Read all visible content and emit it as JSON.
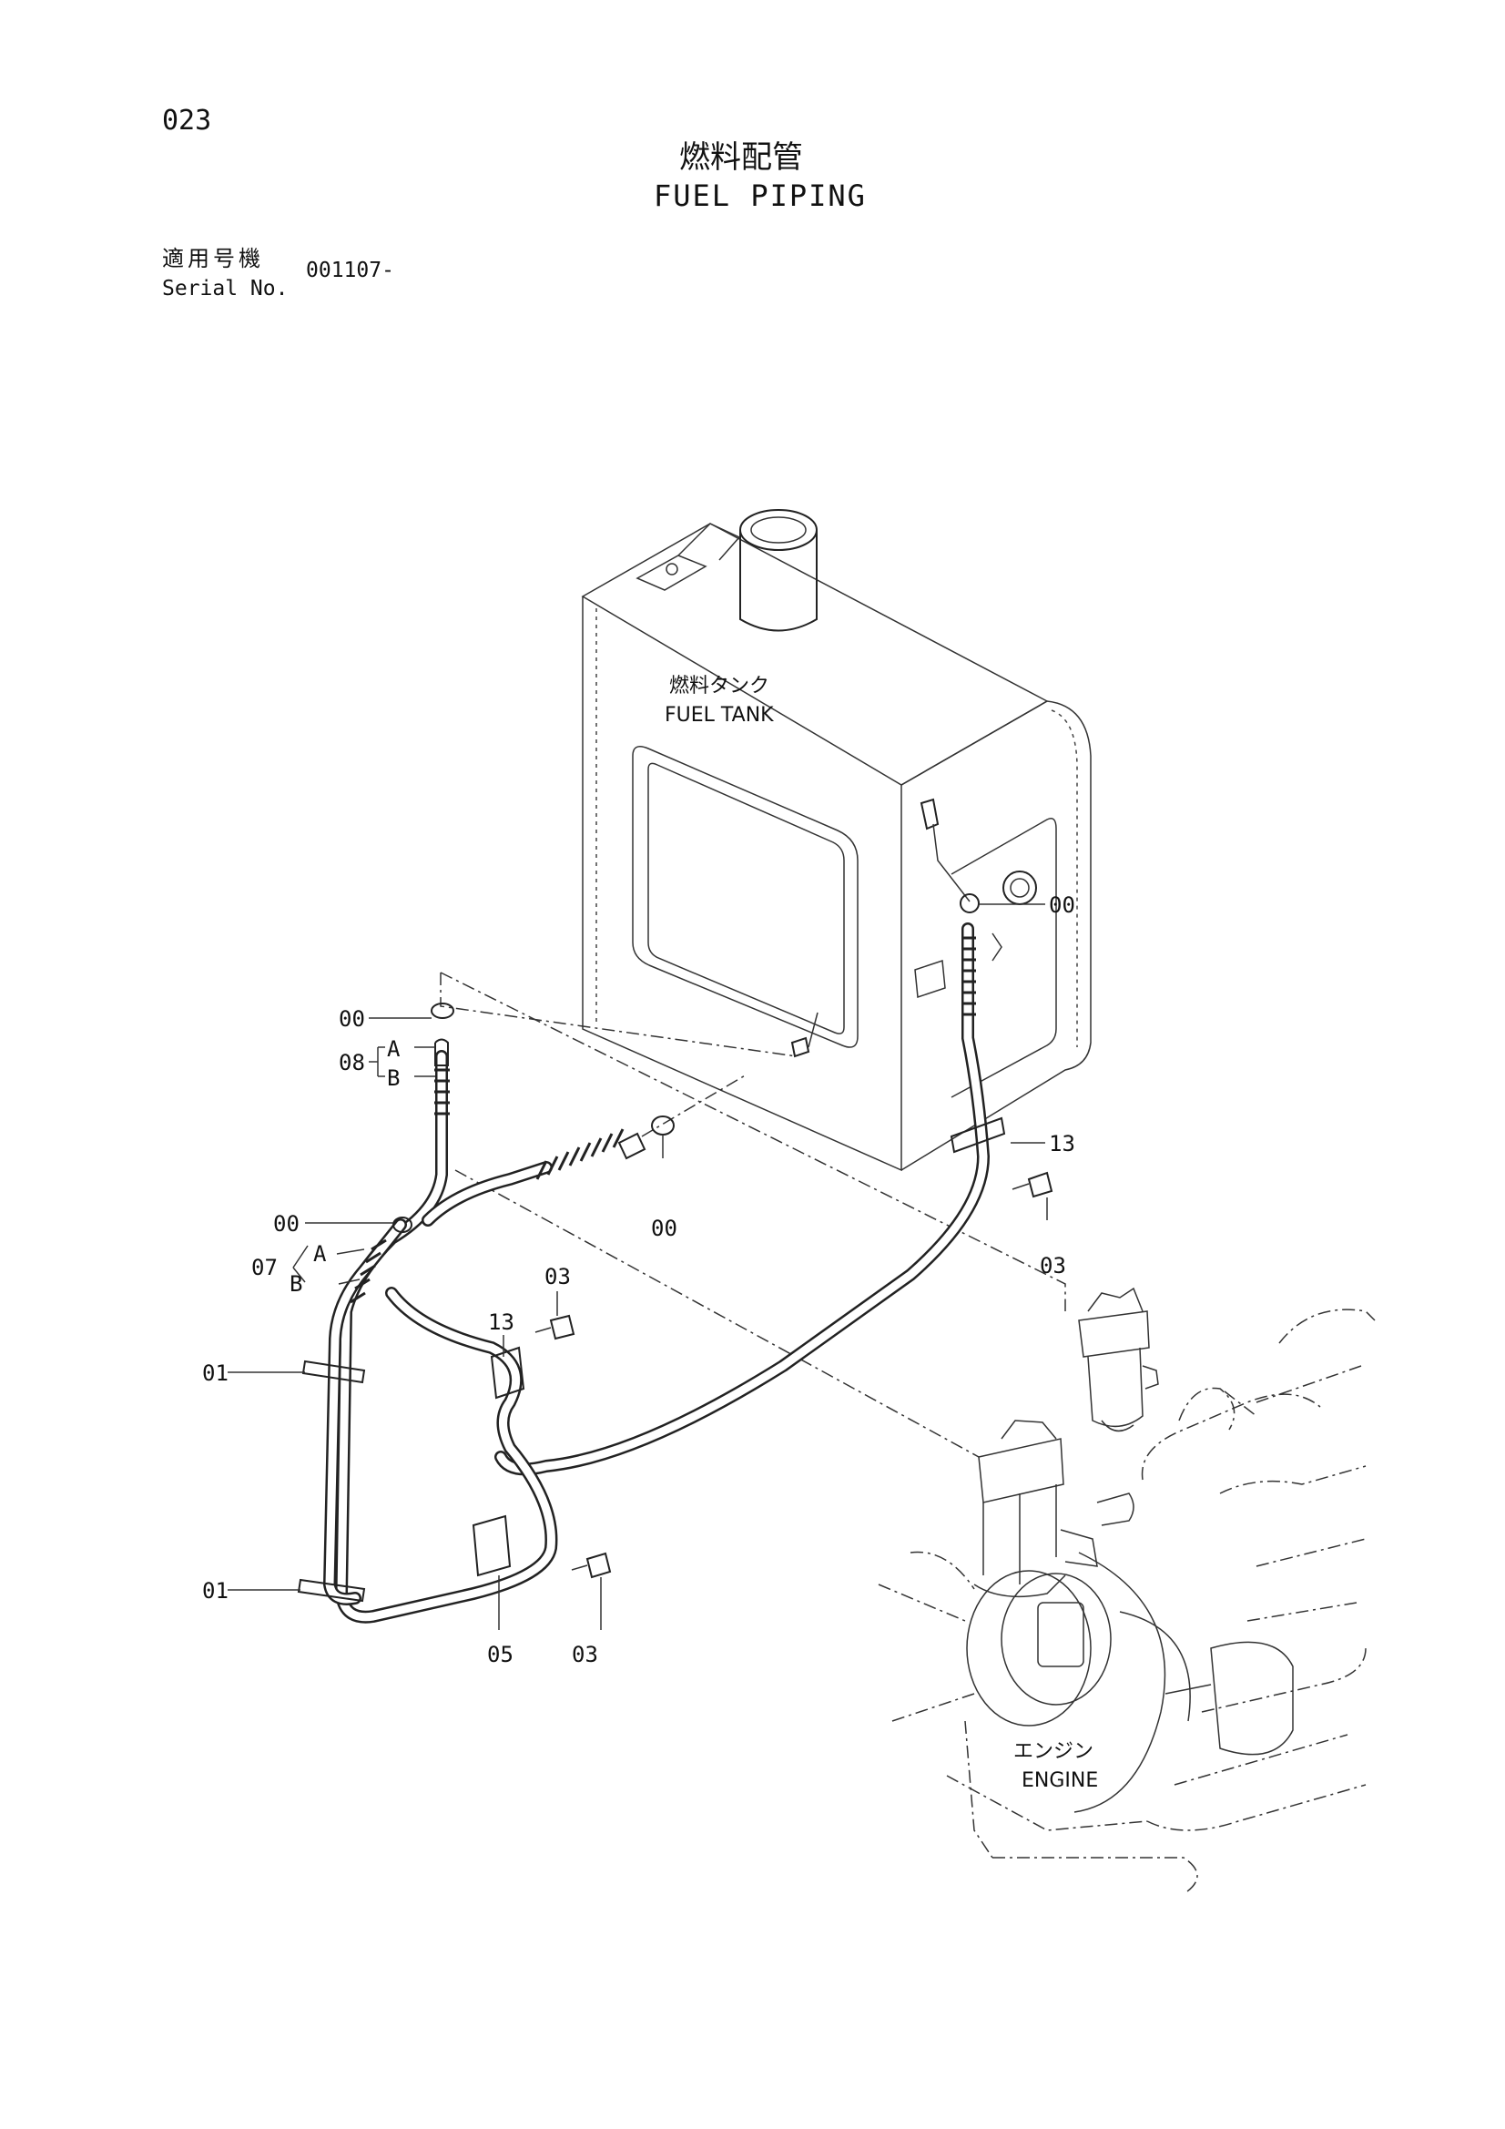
{
  "page": {
    "number": "023",
    "title_jp": "燃料配管",
    "title_en": "FUEL PIPING",
    "serial_label_jp": "適用号機",
    "serial_label_en": "Serial No.",
    "serial_value": "001107-"
  },
  "diagram": {
    "fuel_tank_jp": "燃料タンク",
    "fuel_tank_en": "FUEL TANK",
    "engine_jp": "エンジン",
    "engine_en": "ENGINE",
    "callouts": {
      "c00_right": "00",
      "c00_left_top": "00",
      "c08": "08",
      "c08_a": "A",
      "c08_b": "B",
      "c00_center": "00",
      "c00_left_mid": "00",
      "c07": "07",
      "c07_a": "A",
      "c07_b": "B",
      "c13_right": "13",
      "c03_right": "03",
      "c13_center": "13",
      "c03_center": "03",
      "c01_top": "01",
      "c01_bottom": "01",
      "c05": "05",
      "c03_bottom": "03"
    }
  }
}
